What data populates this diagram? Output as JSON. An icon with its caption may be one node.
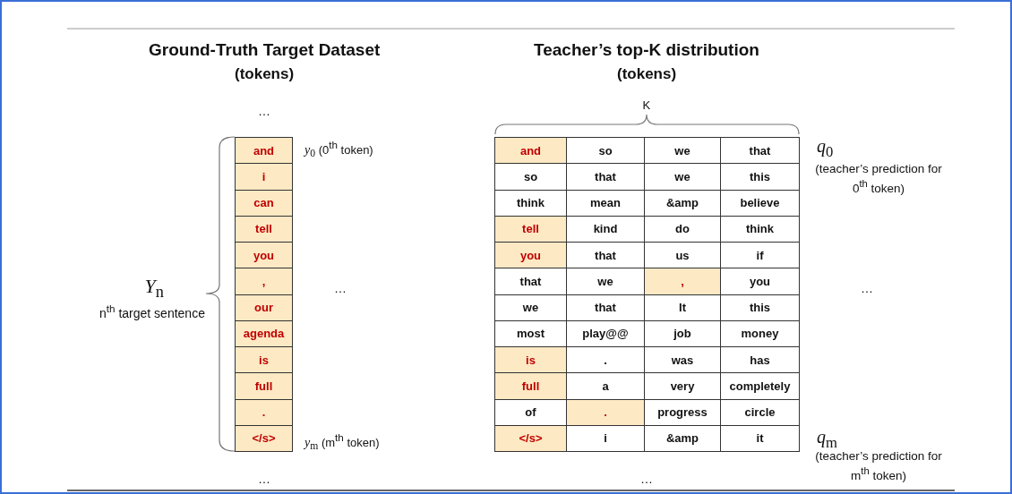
{
  "diagram": {
    "labels": [
      "Ground-Truth Target Dataset",
      "(tokens)",
      "Teacher’s top-K distribution",
      "(tokens)",
      "…",
      "K",
      "*y*$_{0}$ (0$^{th}$ token)",
      "*q*$_{0}$",
      "(teacher’s prediction for 0$^{th}$ token)",
      "*Y*$_{n}$",
      "n$^{th}$ target sentence",
      "…",
      "…",
      "*y*$_{m}$ (m$^{th}$ token)",
      "*q*$_{m}$",
      "(teacher’s prediction for m$^{th}$ token)",
      "…",
      "…",
      "and",
      "i",
      "can",
      "tell",
      "you",
      ",",
      "our",
      "agenda",
      "is",
      "full",
      ".",
      "</s>",
      "and",
      "so",
      "we",
      "that",
      "so",
      "that",
      "we",
      "this",
      "think",
      "mean",
      "&amp",
      "believe",
      "tell",
      "kind",
      "do",
      "think",
      "you",
      "that",
      "us",
      "if",
      "that",
      "we",
      ",",
      "you",
      "we",
      "that",
      "It",
      "this",
      "most",
      "play@@",
      "job",
      "money",
      "is",
      ".",
      "was",
      "has",
      "full",
      "a",
      "very",
      "completely",
      "of",
      ".",
      "progress",
      "circle",
      "</s>",
      "i",
      "&amp",
      "it"
    ]
  }
}
